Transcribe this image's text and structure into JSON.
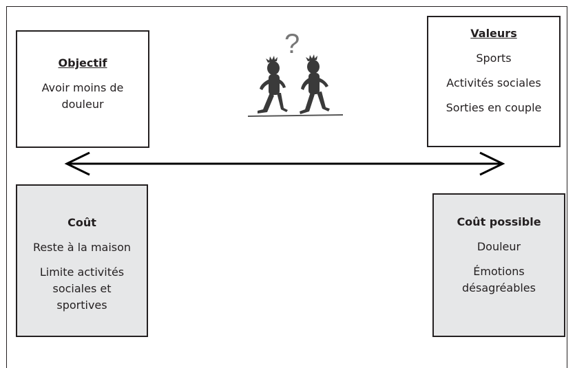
{
  "objectif": {
    "title": "Objectif",
    "lines": [
      "Avoir moins de",
      "douleur"
    ]
  },
  "valeurs": {
    "title": "Valeurs",
    "items": [
      "Sports",
      "Activités sociales",
      "Sorties en couple"
    ]
  },
  "cout": {
    "title": "Coût",
    "items": [
      "Reste à la maison",
      "Limite activités",
      "sociales et",
      "sportives"
    ]
  },
  "cout_possible": {
    "title": "Coût possible",
    "items": [
      "Douleur",
      "Émotions",
      "désagréables"
    ]
  },
  "question_mark": "?",
  "colors": {
    "ink": "#231f20",
    "box_fill_gray": "#e6e7e8"
  }
}
